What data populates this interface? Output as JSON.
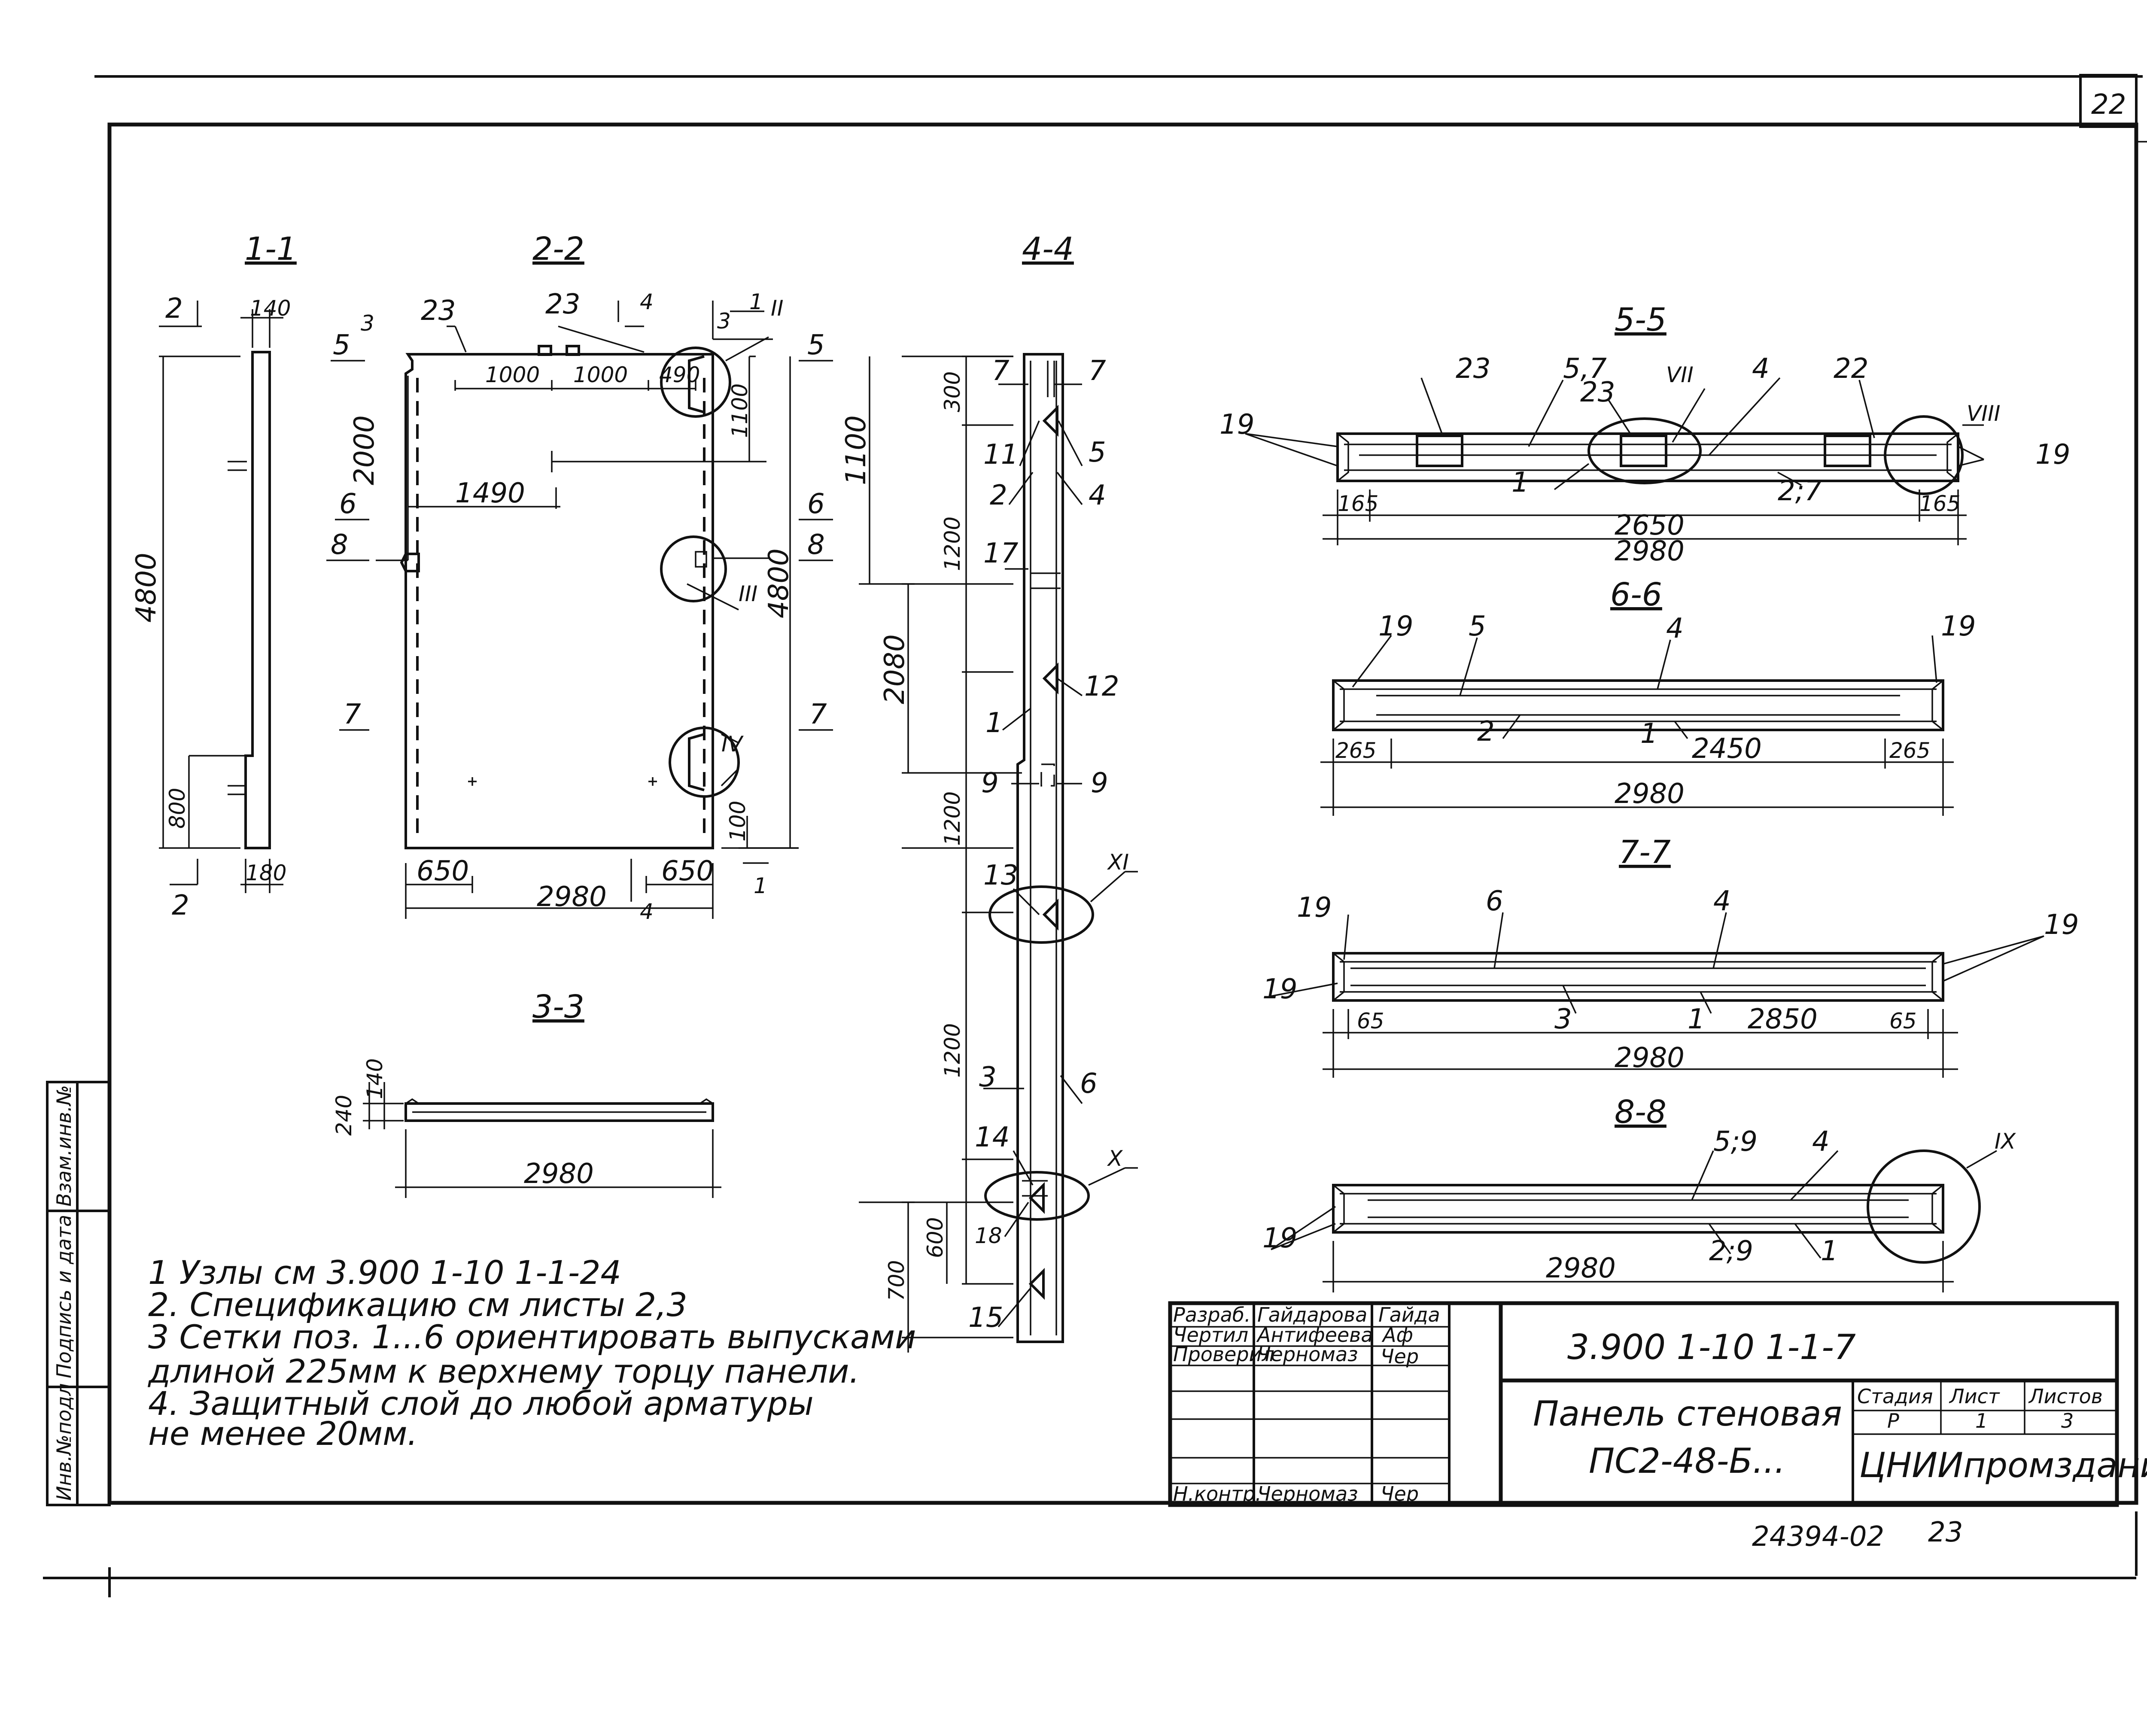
{
  "sheet_number_top": "22",
  "page_number_bottom": "23",
  "archive_number": "24394-02",
  "sections": {
    "s11": {
      "title": "1-1",
      "dims": [
        "140",
        "4800",
        "800",
        "180"
      ],
      "marks": [
        "2",
        "2"
      ]
    },
    "s22": {
      "title": "2-2",
      "dims": [
        "1000",
        "1000",
        "490",
        "2000",
        "1100",
        "1490",
        "4800",
        "100",
        "650",
        "650",
        "2980"
      ],
      "marks": [
        "23",
        "23",
        "3",
        "4",
        "3",
        "1",
        "5",
        "5",
        "6",
        "6",
        "8",
        "8",
        "7",
        "7",
        "4",
        "1"
      ],
      "nodes": [
        "II",
        "III",
        "IV"
      ]
    },
    "s33": {
      "title": "3-3",
      "dims": [
        "240",
        "140",
        "2980"
      ]
    },
    "s44": {
      "title": "4-4",
      "dims": [
        "1100",
        "300",
        "1200",
        "2080",
        "1200",
        "1200",
        "600",
        "700"
      ],
      "marks": [
        "7",
        "7",
        "11",
        "5",
        "2",
        "4",
        "17",
        "12",
        "1",
        "9",
        "9",
        "13",
        "3",
        "6",
        "14",
        "18",
        "15"
      ],
      "nodes": [
        "XI",
        "X"
      ]
    },
    "s55": {
      "title": "5-5",
      "marks": [
        "19",
        "23",
        "5,7",
        "23",
        "4",
        "22",
        "19",
        "1",
        "2;7"
      ],
      "dims": [
        "165",
        "2650",
        "165",
        "2980"
      ],
      "nodes": [
        "VII",
        "VIII"
      ]
    },
    "s66": {
      "title": "6-6",
      "marks": [
        "19",
        "5",
        "4",
        "19",
        "2",
        "1"
      ],
      "dims": [
        "265",
        "2450",
        "265",
        "2980"
      ]
    },
    "s77": {
      "title": "7-7",
      "marks": [
        "19",
        "6",
        "4",
        "19",
        "19",
        "3",
        "1"
      ],
      "dims": [
        "65",
        "2850",
        "65",
        "2980"
      ]
    },
    "s88": {
      "title": "8-8",
      "marks": [
        "5;9",
        "4",
        "19",
        "2;9",
        "1"
      ],
      "dims": [
        "2980"
      ],
      "nodes": [
        "IX"
      ]
    }
  },
  "notes": [
    "1 Узлы см 3.900 1-10 1-1-24",
    "2. Спецификацию см листы 2,3",
    "3 Сетки поз. 1...6 ориентировать выпусками",
    "длиной 225мм к верхнему торцу панели.",
    "4. Защитный слой до любой арматуры",
    "не менее 20мм."
  ],
  "side_stamp": [
    "Инв.№подл",
    "Подпись и дата",
    "Взам.инв.№"
  ],
  "title_block": {
    "roles": [
      "Разраб.",
      "Чертил",
      "Проверил",
      "Н.контр."
    ],
    "names": [
      "Гайдарова",
      "Антифеева",
      "Черномаз",
      "Черномаз"
    ],
    "signatures": [
      "Гайда",
      "Аф",
      "Чер",
      "Чер"
    ],
    "doc_code": "3.900 1-10 1-1-7",
    "name_line1": "Панель стеновая",
    "name_line2": "ПС2-48-Б...",
    "stage_label": "Стадия",
    "sheet_label": "Лист",
    "sheets_label": "Листов",
    "stage": "Р",
    "sheet": "1",
    "sheets": "3",
    "org": "ЦНИИпромзданий"
  }
}
